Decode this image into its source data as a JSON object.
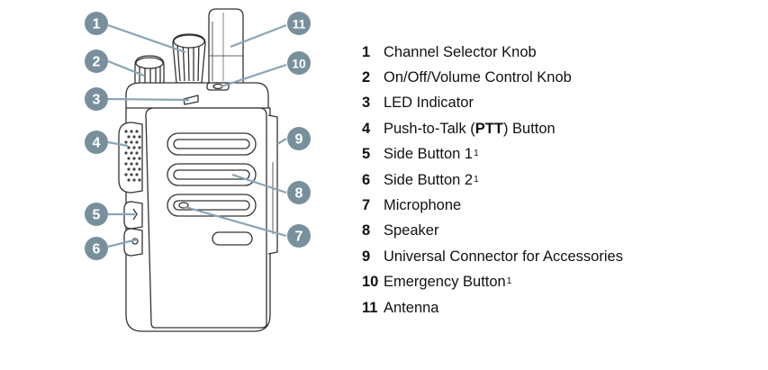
{
  "callouts": [
    "1",
    "2",
    "3",
    "4",
    "5",
    "6",
    "7",
    "8",
    "9",
    "10",
    "11"
  ],
  "legend": [
    {
      "num": "1",
      "pre": "Channel Selector Knob",
      "bold": "",
      "post": "",
      "sup": ""
    },
    {
      "num": "2",
      "pre": "On/Off/Volume Control Knob",
      "bold": "",
      "post": "",
      "sup": ""
    },
    {
      "num": "3",
      "pre": "LED Indicator",
      "bold": "",
      "post": "",
      "sup": ""
    },
    {
      "num": "4",
      "pre": "Push-to-Talk (",
      "bold": "PTT",
      "post": ") Button",
      "sup": ""
    },
    {
      "num": "5",
      "pre": "Side Button 1",
      "bold": "",
      "post": "",
      "sup": "1"
    },
    {
      "num": "6",
      "pre": "Side Button 2",
      "bold": "",
      "post": "",
      "sup": "1"
    },
    {
      "num": "7",
      "pre": "Microphone",
      "bold": "",
      "post": "",
      "sup": ""
    },
    {
      "num": "8",
      "pre": "Speaker",
      "bold": "",
      "post": "",
      "sup": ""
    },
    {
      "num": "9",
      "pre": "Universal Connector for Accessories",
      "bold": "",
      "post": "",
      "sup": ""
    },
    {
      "num": "10",
      "pre": "Emergency Button",
      "bold": "",
      "post": "",
      "sup": "1"
    },
    {
      "num": "11",
      "pre": "Antenna",
      "bold": "",
      "post": "",
      "sup": ""
    }
  ],
  "colors": {
    "callout": "#78909c",
    "line": "#8aa4b4",
    "outline": "#333333"
  }
}
